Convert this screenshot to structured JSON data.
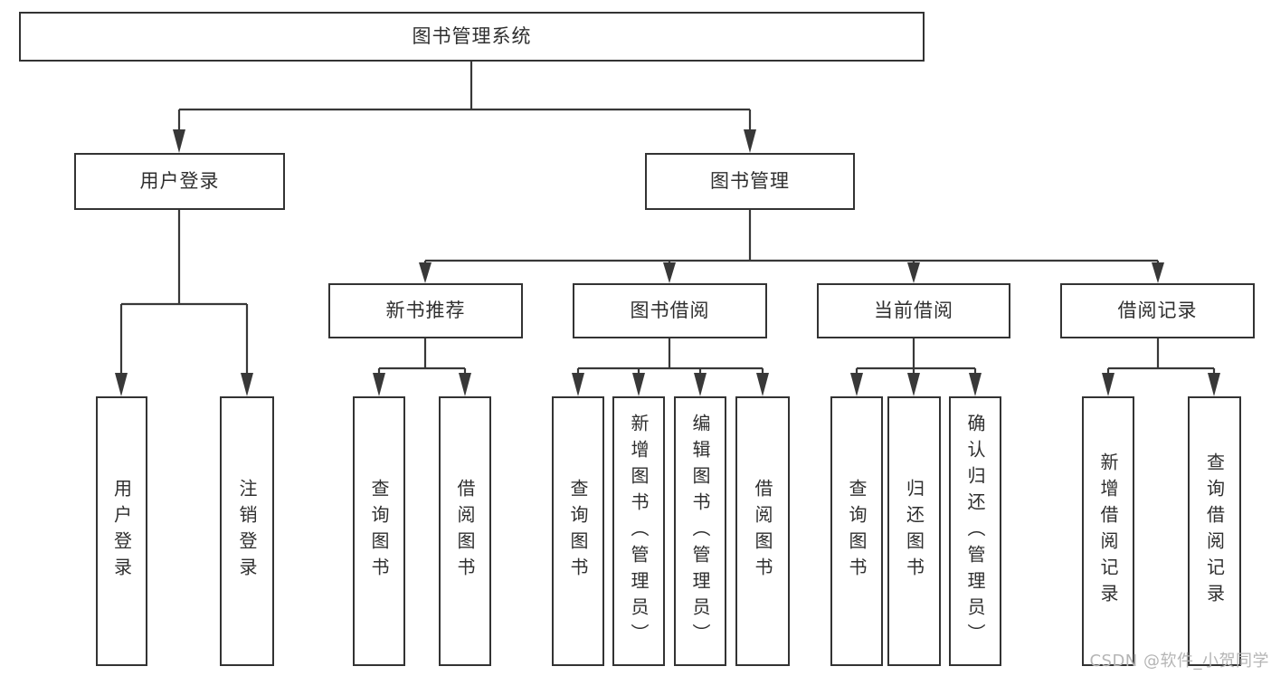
{
  "diagram": {
    "root": {
      "label": "图书管理系统"
    },
    "branches": [
      {
        "label": "用户登录",
        "children": [
          {
            "label": "用户登录"
          },
          {
            "label": "注销登录"
          }
        ]
      },
      {
        "label": "图书管理",
        "children": [
          {
            "label": "新书推荐",
            "children": [
              {
                "label": "查询图书"
              },
              {
                "label": "借阅图书"
              }
            ]
          },
          {
            "label": "图书借阅",
            "children": [
              {
                "label": "查询图书"
              },
              {
                "label": "新增图书（管理员）"
              },
              {
                "label": "编辑图书（管理员）"
              },
              {
                "label": "借阅图书"
              }
            ]
          },
          {
            "label": "当前借阅",
            "children": [
              {
                "label": "查询图书"
              },
              {
                "label": "归还图书"
              },
              {
                "label": "确认归还（管理员）"
              }
            ]
          },
          {
            "label": "借阅记录",
            "children": [
              {
                "label": "新增借阅记录"
              },
              {
                "label": "查询借阅记录"
              }
            ]
          }
        ]
      }
    ]
  },
  "watermark": "CSDN @软件_小贺同学",
  "colors": {
    "line": "#383838",
    "box_border": "#333333",
    "text": "#2f2f2f",
    "watermark": "#b5b5b5",
    "background": "#ffffff"
  }
}
